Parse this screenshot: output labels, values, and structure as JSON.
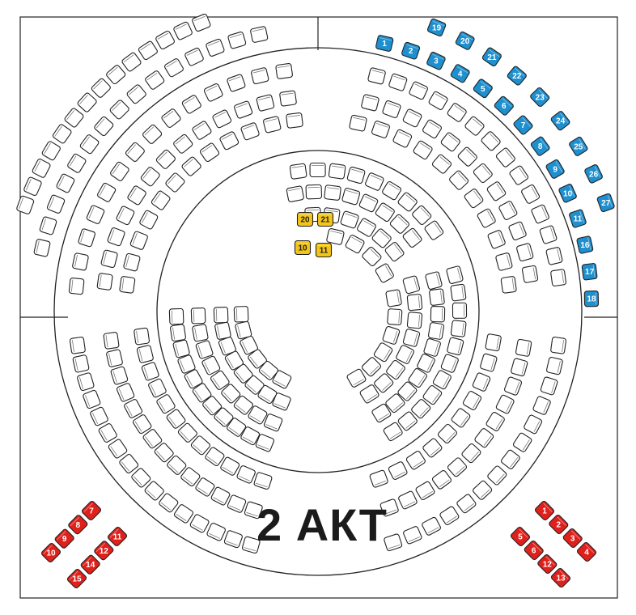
{
  "title": "2 АКТ",
  "colors": {
    "free": "#ffffff",
    "blue": "#1e8fcf",
    "red": "#e0201b",
    "yellow": "#f3c518",
    "outline": "#222222"
  },
  "available": {
    "blue": {
      "rows": [
        [
          "1",
          "2",
          "3",
          "4",
          "5",
          "6",
          "7",
          "8",
          "9",
          "10",
          "11",
          "16",
          "17",
          "18"
        ],
        [
          "19",
          "20",
          "21",
          "22",
          "23",
          "24",
          "25",
          "26",
          "27"
        ]
      ]
    },
    "yellow": {
      "rows": [
        [
          "20",
          "21"
        ],
        [
          "10",
          "11"
        ]
      ]
    },
    "red_left": {
      "upper": [
        "10",
        "9",
        "8",
        "7"
      ],
      "lower": [
        "15",
        "14",
        "12",
        "11"
      ]
    },
    "red_right": {
      "upper": [
        "1",
        "2",
        "3",
        "4"
      ],
      "lower": [
        "5",
        "6",
        "12",
        "13"
      ]
    }
  }
}
